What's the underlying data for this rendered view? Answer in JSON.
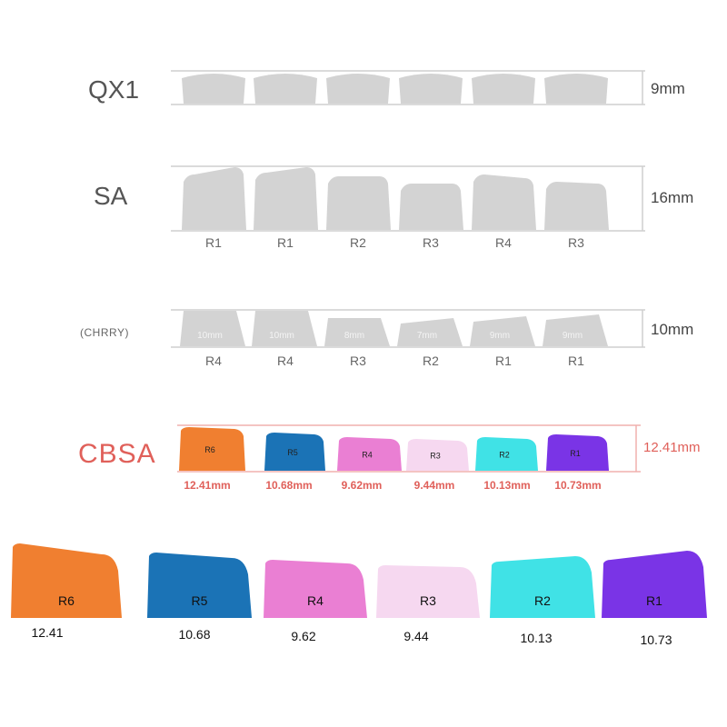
{
  "profiles": [
    {
      "name": "QX1",
      "height": "9mm",
      "rows": []
    },
    {
      "name": "SA",
      "height": "16mm",
      "rows": [
        "R1",
        "R1",
        "R2",
        "R3",
        "R4",
        "R3"
      ]
    },
    {
      "name": "(CHRRY)",
      "height": "10mm",
      "rows": [
        "R4",
        "R4",
        "R3",
        "R2",
        "R1",
        "R1"
      ],
      "inner_labels": [
        "10mm",
        "10mm",
        "8mm",
        "7mm",
        "9mm",
        "9mm"
      ]
    }
  ],
  "cbsa": {
    "name": "CBSA",
    "height": "12.41mm",
    "keys": [
      {
        "row": "R6",
        "height": "12.41mm",
        "value": "12.41",
        "color": "#f07f30"
      },
      {
        "row": "R5",
        "height": "10.68mm",
        "value": "10.68",
        "color": "#1b73b6"
      },
      {
        "row": "R4",
        "height": "9.62mm",
        "value": "9.62",
        "color": "#ea7fd3"
      },
      {
        "row": "R3",
        "height": "9.44mm",
        "value": "9.44",
        "color": "#f6d8f0"
      },
      {
        "row": "R2",
        "height": "10.13mm",
        "value": "10.13",
        "color": "#40e2e6"
      },
      {
        "row": "R1",
        "height": "10.73mm",
        "value": "10.73",
        "color": "#7a34e6"
      }
    ]
  },
  "colors": {
    "grey_key": "#d3d3d3",
    "guide_line": "#cfcfcf",
    "accent": "#e0605a"
  }
}
